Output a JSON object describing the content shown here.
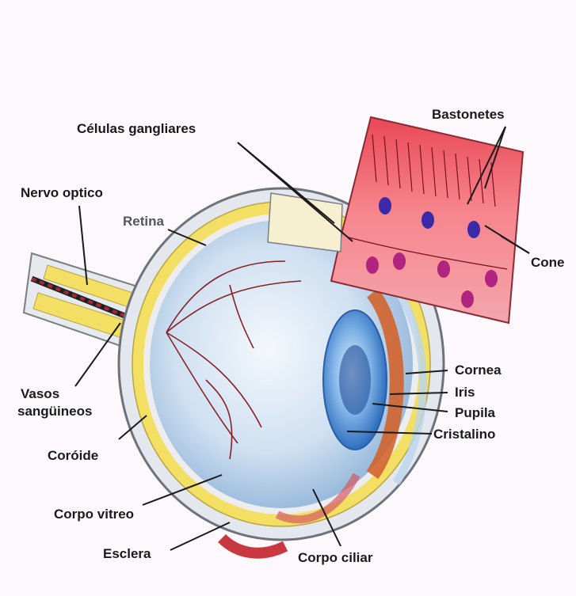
{
  "labels": {
    "celulas_ganglionares": "Células gangliares",
    "bastonetes": "Bastonetes",
    "nervo_optico": "Nervo optico",
    "retina": "Retina",
    "cone": "Cone",
    "vasos_line1": "Vasos",
    "vasos_line2": "sangüineos",
    "cornea": "Cornea",
    "iris": "Iris",
    "pupila": "Pupila",
    "cristalino": "Cristalino",
    "coroide": "Coróide",
    "corpo_vitreo": "Corpo vitreo",
    "esclera": "Esclera",
    "corpo_ciliar": "Corpo ciliar"
  },
  "colors": {
    "background": "#fcf8fb",
    "sclera": "#e4e8ee",
    "retina_layer": "#f3df63",
    "vitreous": "#c9dcef",
    "iris": "#4f8fd6",
    "ciliary": "#d2642c",
    "retina_inset": "#f06a76",
    "blood_vessel": "#8a1f2a",
    "leader_lines": "#1a1a1a"
  }
}
